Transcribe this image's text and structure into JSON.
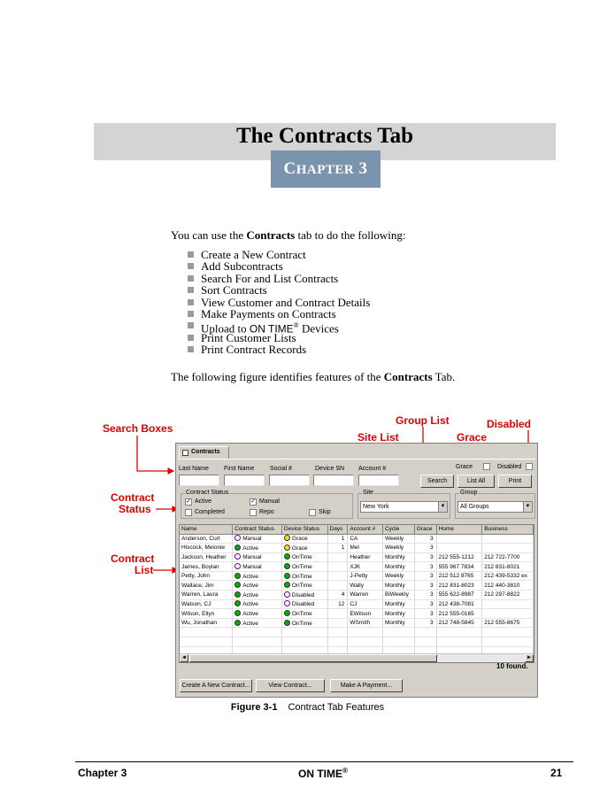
{
  "title": "The Contracts Tab",
  "chapter": {
    "first": "C",
    "rest": "HAPTER",
    "number": "3"
  },
  "intro": {
    "pre": "You can use the ",
    "bold": "Contracts",
    "post": " tab to do the following:"
  },
  "bullets": [
    "Create a New Contract",
    "Add Subcontracts",
    "Search For and List Contracts",
    "Sort Contracts",
    "View Customer and Contract Details",
    "Make Payments on Contracts"
  ],
  "bullet_upload": {
    "pre": "Upload to ",
    "brand": "ON TIME",
    "reg": "®",
    "post": " Devices"
  },
  "bullets_tail": [
    "Print Customer Lists",
    "Print Contract Records"
  ],
  "figure_intro": {
    "pre": "The following figure identifies features of the ",
    "bold": "Contracts",
    "post": " Tab."
  },
  "callouts": {
    "search_boxes": "Search Boxes",
    "group_list": "Group List",
    "disabled": "Disabled",
    "site_list": "Site List",
    "grace": "Grace",
    "contract_status_1": "Contract",
    "contract_status_2": "Status",
    "contract_list_1": "Contract",
    "contract_list_2": "List"
  },
  "ui": {
    "tab_label": "Contracts",
    "search_labels": [
      "Last Name",
      "First Name",
      "Social #",
      "Device SN",
      "Account #"
    ],
    "grace_label": "Grace",
    "disabled_label": "Disabled",
    "search_button": "Search",
    "list_all_button": "List All",
    "print_button": "Print",
    "contract_status_title": "Contract Status",
    "status_checks": [
      {
        "label": "Active",
        "checked": true
      },
      {
        "label": "Manual",
        "checked": true
      },
      {
        "label": "Completed",
        "checked": false
      },
      {
        "label": "Repo",
        "checked": false
      },
      {
        "label": "Skip",
        "checked": false
      }
    ],
    "site_title": "Site",
    "site_value": "New York",
    "group_title": "Group",
    "group_value": "All Groups",
    "columns": [
      "Name",
      "Contract Status",
      "Device Status",
      "Days",
      "Account #",
      "Cycle",
      "Grace",
      "Home",
      "Business"
    ],
    "rows": [
      {
        "name": "Anderson, Curt",
        "cstatus": "Manual",
        "cicon": "clock",
        "dstatus": "Grace",
        "dicon": "yellow",
        "days": "1",
        "account": "CA",
        "cycle": "Weekly",
        "grace": "3",
        "home": "",
        "business": ""
      },
      {
        "name": "Hiscock, Melonie",
        "cstatus": "Active",
        "cicon": "green",
        "dstatus": "Grace",
        "dicon": "yellow",
        "days": "1",
        "account": "Mel",
        "cycle": "Weekly",
        "grace": "3",
        "home": "",
        "business": ""
      },
      {
        "name": "Jackson, Heather",
        "cstatus": "Manual",
        "cicon": "clock",
        "dstatus": "OnTime",
        "dicon": "green",
        "days": "",
        "account": "Heather",
        "cycle": "Monthly",
        "grace": "3",
        "home": "212 555-1212",
        "business": "212 722-7700"
      },
      {
        "name": "James, Boylan",
        "cstatus": "Manual",
        "cicon": "clock",
        "dstatus": "OnTime",
        "dicon": "green",
        "days": "",
        "account": "XJK",
        "cycle": "Monthly",
        "grace": "3",
        "home": "555 967 7834",
        "business": "212 831-8021"
      },
      {
        "name": "Petty, John",
        "cstatus": "Active",
        "cicon": "green",
        "dstatus": "OnTime",
        "dicon": "green",
        "days": "",
        "account": "J-Petty",
        "cycle": "Weekly",
        "grace": "3",
        "home": "212 512 8765",
        "business": "212 439-5332 ex"
      },
      {
        "name": "Wallace, Jim",
        "cstatus": "Active",
        "cicon": "green",
        "dstatus": "OnTime",
        "dicon": "green",
        "days": "",
        "account": "Wally",
        "cycle": "Monthly",
        "grace": "3",
        "home": "212 831-8023",
        "business": "212 440-3810"
      },
      {
        "name": "Warren, Laura",
        "cstatus": "Active",
        "cicon": "green",
        "dstatus": "Disabled",
        "dicon": "clock",
        "days": "4",
        "account": "Warren",
        "cycle": "BiWeekly",
        "grace": "3",
        "home": "555 622-8987",
        "business": "212 297-8822"
      },
      {
        "name": "Watson, CJ",
        "cstatus": "Active",
        "cicon": "green",
        "dstatus": "Disabled",
        "dicon": "clock",
        "days": "12",
        "account": "CJ",
        "cycle": "Monthly",
        "grace": "3",
        "home": "212 438-7081",
        "business": ""
      },
      {
        "name": "Wilson, Ellyn",
        "cstatus": "Active",
        "cicon": "green",
        "dstatus": "OnTime",
        "dicon": "green",
        "days": "",
        "account": "EWilson",
        "cycle": "Monthly",
        "grace": "3",
        "home": "212 555-0165",
        "business": ""
      },
      {
        "name": "Wu, Jonathan",
        "cstatus": "Active",
        "cicon": "green",
        "dstatus": "OnTime",
        "dicon": "green",
        "days": "",
        "account": "WSmith",
        "cycle": "Monthly",
        "grace": "3",
        "home": "212 748-5845",
        "business": "212 555-8675"
      }
    ],
    "create_button": "Create A New Contract...",
    "view_button": "View Contract...",
    "payment_button": "Make A Payment...",
    "found_count": "10 found."
  },
  "caption": {
    "label": "Figure 3-1",
    "text": "Contract Tab Features"
  },
  "footer": {
    "left": "Chapter 3",
    "center": "ON TIME",
    "reg": "®",
    "page": "21"
  },
  "colors": {
    "callout": "#e00000",
    "chapter_box": "#7a94ad",
    "title_band": "#d4d4d4",
    "window": "#d4d0c8"
  }
}
